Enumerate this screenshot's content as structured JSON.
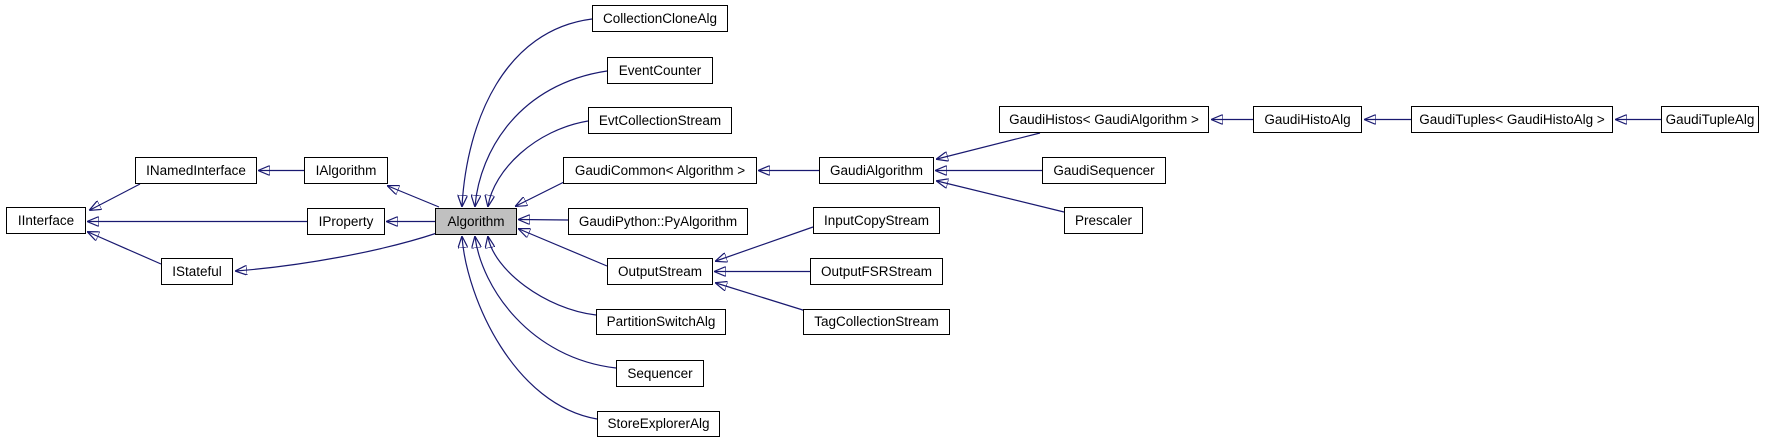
{
  "diagram": {
    "kind": "class-inheritance-graph",
    "selected_node": "Algorithm",
    "colors": {
      "background": "#ffffff",
      "edge": "#191970",
      "box_border": "#000000",
      "box_fill": "#ffffff",
      "selected_box_fill": "#c0c0c0",
      "text": "#000000"
    },
    "nodes": [
      {
        "label": "IInterface"
      },
      {
        "label": "INamedInterface"
      },
      {
        "label": "IAlgorithm"
      },
      {
        "label": "IProperty"
      },
      {
        "label": "IStateful"
      },
      {
        "label": "Algorithm"
      },
      {
        "label": "CollectionCloneAlg"
      },
      {
        "label": "EventCounter"
      },
      {
        "label": "EvtCollectionStream"
      },
      {
        "label": "GaudiCommon< Algorithm >"
      },
      {
        "label": "GaudiPython::PyAlgorithm"
      },
      {
        "label": "OutputStream"
      },
      {
        "label": "PartitionSwitchAlg"
      },
      {
        "label": "Sequencer"
      },
      {
        "label": "StoreExplorerAlg"
      },
      {
        "label": "GaudiAlgorithm"
      },
      {
        "label": "InputCopyStream"
      },
      {
        "label": "OutputFSRStream"
      },
      {
        "label": "TagCollectionStream"
      },
      {
        "label": "GaudiHistos< GaudiAlgorithm >"
      },
      {
        "label": "GaudiSequencer"
      },
      {
        "label": "Prescaler"
      },
      {
        "label": "GaudiHistoAlg"
      },
      {
        "label": "GaudiTuples< GaudiHistoAlg >"
      },
      {
        "label": "GaudiTupleAlg"
      }
    ],
    "edges": [
      {
        "from": "IAlgorithm",
        "to": "INamedInterface"
      },
      {
        "from": "INamedInterface",
        "to": "IInterface"
      },
      {
        "from": "IProperty",
        "to": "IInterface"
      },
      {
        "from": "IStateful",
        "to": "IInterface"
      },
      {
        "from": "Algorithm",
        "to": "IAlgorithm"
      },
      {
        "from": "Algorithm",
        "to": "IProperty"
      },
      {
        "from": "Algorithm",
        "to": "IStateful"
      },
      {
        "from": "CollectionCloneAlg",
        "to": "Algorithm"
      },
      {
        "from": "EventCounter",
        "to": "Algorithm"
      },
      {
        "from": "EvtCollectionStream",
        "to": "Algorithm"
      },
      {
        "from": "GaudiCommon< Algorithm >",
        "to": "Algorithm"
      },
      {
        "from": "GaudiPython::PyAlgorithm",
        "to": "Algorithm"
      },
      {
        "from": "OutputStream",
        "to": "Algorithm"
      },
      {
        "from": "PartitionSwitchAlg",
        "to": "Algorithm"
      },
      {
        "from": "Sequencer",
        "to": "Algorithm"
      },
      {
        "from": "StoreExplorerAlg",
        "to": "Algorithm"
      },
      {
        "from": "GaudiAlgorithm",
        "to": "GaudiCommon< Algorithm >"
      },
      {
        "from": "GaudiHistos< GaudiAlgorithm >",
        "to": "GaudiAlgorithm"
      },
      {
        "from": "GaudiSequencer",
        "to": "GaudiAlgorithm"
      },
      {
        "from": "Prescaler",
        "to": "GaudiAlgorithm"
      },
      {
        "from": "InputCopyStream",
        "to": "OutputStream"
      },
      {
        "from": "OutputFSRStream",
        "to": "OutputStream"
      },
      {
        "from": "TagCollectionStream",
        "to": "OutputStream"
      },
      {
        "from": "GaudiHistoAlg",
        "to": "GaudiHistos< GaudiAlgorithm >"
      },
      {
        "from": "GaudiTuples< GaudiHistoAlg >",
        "to": "GaudiHistoAlg"
      },
      {
        "from": "GaudiTupleAlg",
        "to": "GaudiTuples< GaudiHistoAlg >"
      }
    ]
  }
}
